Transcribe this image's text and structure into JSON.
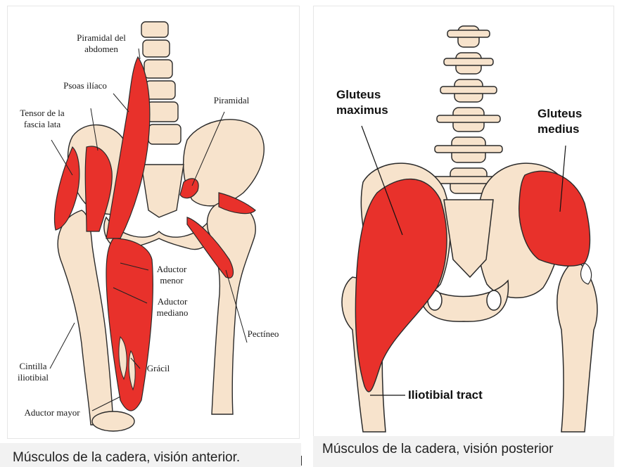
{
  "left_figure": {
    "labels": {
      "piramidal_abdomen_1": "Piramidal del",
      "piramidal_abdomen_2": "abdomen",
      "psoas": "Psoas ilíaco",
      "tensor_1": "Tensor de la",
      "tensor_2": "fascia lata",
      "piramidal": "Piramidal",
      "aductor_menor_1": "Aductor",
      "aductor_menor_2": "menor",
      "aductor_mediano_1": "Aductor",
      "aductor_mediano_2": "mediano",
      "pectineo": "Pectíneo",
      "cintilla_1": "Cintilla",
      "cintilla_2": "iliotibial",
      "gracil": "Grácil",
      "aductor_mayor": "Aductor mayor"
    },
    "caption": "Músculos de la cadera, visión anterior."
  },
  "right_figure": {
    "labels": {
      "gluteus_maximus_1": "Gluteus",
      "gluteus_maximus_2": "maximus",
      "gluteus_medius_1": "Gluteus",
      "gluteus_medius_2": "medius",
      "iliotibial": "Iliotibial tract"
    },
    "caption": "Músculos de la cadera, visión posterior"
  },
  "colors": {
    "bone": "#f7e3cc",
    "muscle": "#e8312b",
    "outline": "#2a2a2a"
  }
}
